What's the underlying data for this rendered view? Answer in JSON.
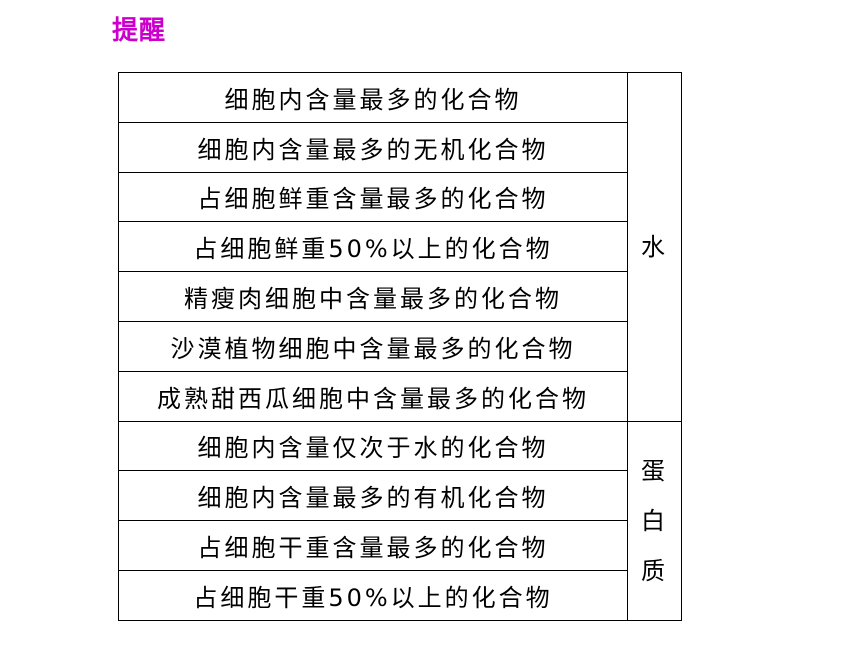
{
  "heading": "提醒",
  "groups": [
    {
      "answer": "水",
      "rows": [
        "细胞内含量最多的化合物",
        "细胞内含量最多的无机化合物",
        "占细胞鲜重含量最多的化合物",
        "占细胞鲜重50%以上的化合物",
        "精瘦肉细胞中含量最多的化合物",
        "沙漠植物细胞中含量最多的化合物",
        "成熟甜西瓜细胞中含量最多的化合物"
      ]
    },
    {
      "answer_chars": [
        "蛋",
        "白",
        "质"
      ],
      "rows": [
        "细胞内含量仅次于水的化合物",
        "细胞内含量最多的有机化合物",
        "占细胞干重含量最多的化合物",
        "占细胞干重50%以上的化合物"
      ]
    }
  ]
}
